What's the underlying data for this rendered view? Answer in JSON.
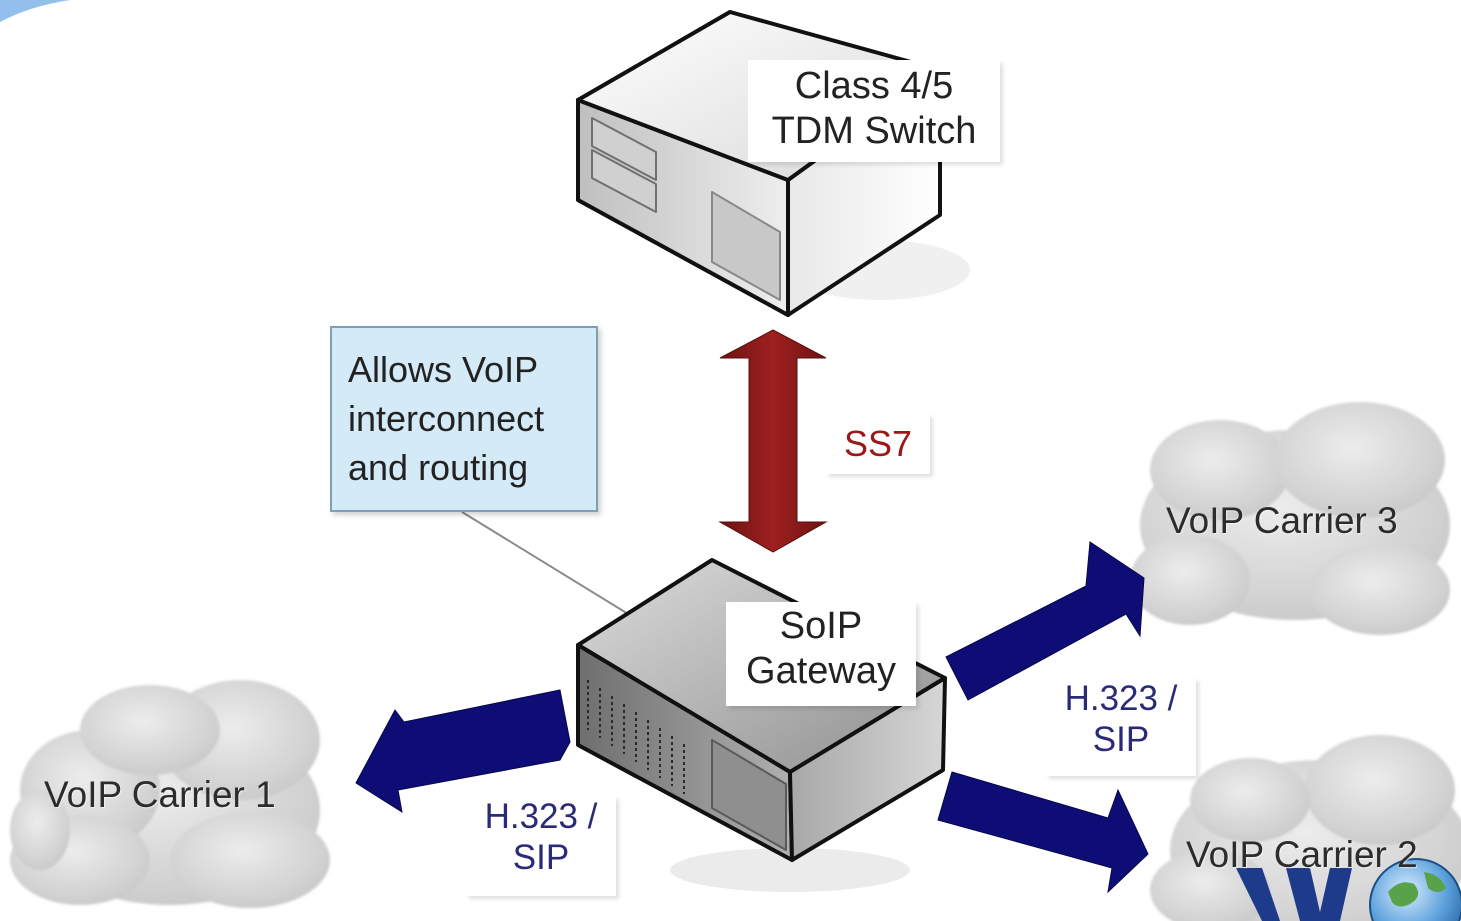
{
  "nodes": {
    "tdm_switch": {
      "label_lines": [
        "Class 4/5",
        "TDM Switch"
      ]
    },
    "soip_gateway": {
      "label_lines": [
        "SoIP",
        "Gateway"
      ]
    }
  },
  "callout": {
    "lines": [
      "Allows VoIP",
      "interconnect",
      "and routing"
    ]
  },
  "links": {
    "ss7": {
      "label": "SS7",
      "color": "#8b1a1a"
    },
    "to_carrier_right": {
      "label_lines": [
        "H.323 /",
        "SIP"
      ],
      "color": "#0d0d75"
    },
    "to_carrier_left": {
      "label_lines": [
        "H.323 /",
        "SIP"
      ],
      "color": "#0d0d75"
    }
  },
  "clouds": {
    "carrier_1": "VoIP Carrier 1",
    "carrier_2": "VoIP Carrier 2",
    "carrier_3": "VoIP Carrier 3"
  },
  "colors": {
    "arrow_blue": "#0d0d75",
    "arrow_red": "#8b1a1a",
    "callout_fill": "#d4ebf7",
    "protocol_text": "#2a2a78"
  },
  "icons": {
    "switch": "server-box-icon",
    "gateway": "gateway-box-icon",
    "corner": "globe-logo-icon"
  }
}
